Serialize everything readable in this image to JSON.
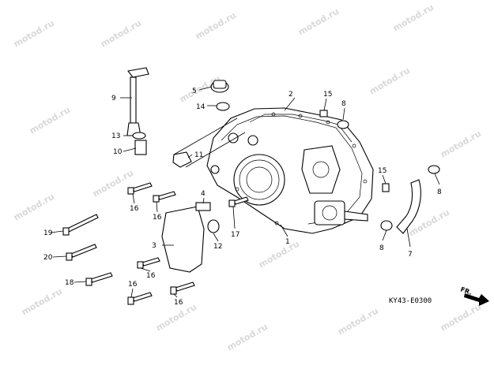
{
  "watermark": "motod.ru",
  "diagram_code": "KY43-E0300",
  "direction_label": "FR.",
  "callouts": {
    "c1": "1",
    "c2": "2",
    "c3": "3",
    "c4": "4",
    "c5": "5",
    "c7": "7",
    "c8a": "8",
    "c8b": "8",
    "c8c": "8",
    "c9": "9",
    "c10": "10",
    "c11": "11",
    "c12": "12",
    "c13": "13",
    "c14": "14",
    "c15a": "15",
    "c15b": "15",
    "c16a": "16",
    "c16b": "16",
    "c16c": "16",
    "c16d": "16",
    "c16e": "16",
    "c17": "17",
    "c18": "18",
    "c19": "19",
    "c20": "20"
  }
}
